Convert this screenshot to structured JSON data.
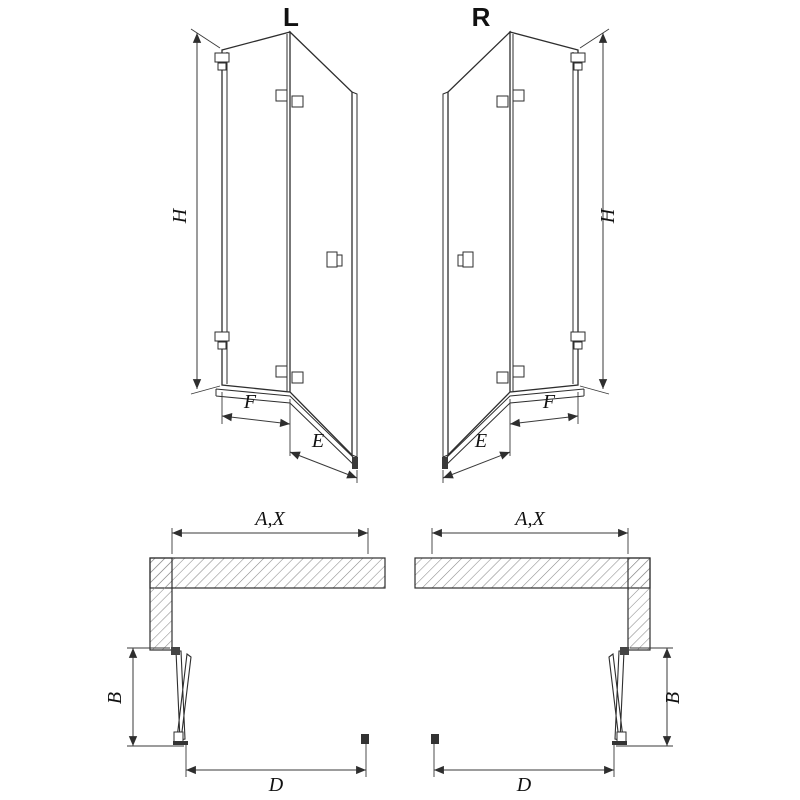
{
  "elevations": {
    "left": {
      "variant": "L",
      "height": "H",
      "inner_panel": "F",
      "outer_panel": "E"
    },
    "right": {
      "variant": "R",
      "height": "H",
      "inner_panel": "F",
      "outer_panel": "E"
    }
  },
  "plans": {
    "left": {
      "width": "A,X",
      "door_depth": "B",
      "opening": "D"
    },
    "right": {
      "width": "A,X",
      "door_depth": "B",
      "opening": "D"
    }
  },
  "colors": {
    "line": "#2e2e2e",
    "hatch": "#8a8a8a",
    "background": "#ffffff"
  }
}
